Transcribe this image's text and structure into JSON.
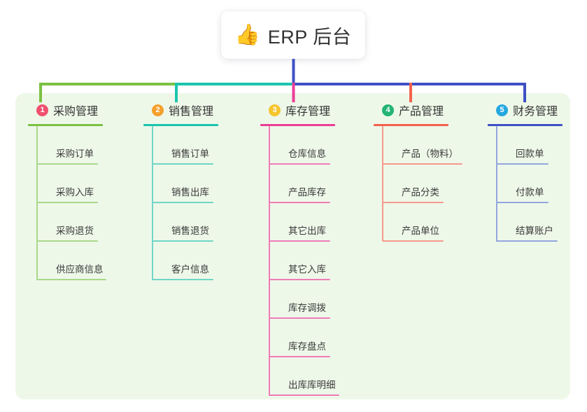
{
  "diagram": {
    "type": "tree-mindmap",
    "root": {
      "icon": "thumbs-up-icon",
      "emoji": "👍",
      "label": "ERP 后台"
    },
    "panel_color": "#eef8e9",
    "columns": [
      {
        "index": "1",
        "label": "采购管理",
        "badge_color": "#f0506e",
        "line_color": "#7ac143",
        "leaf_line_color": "#a8d88a",
        "items": [
          "采购订单",
          "采购入库",
          "采购退货",
          "供应商信息"
        ]
      },
      {
        "index": "2",
        "label": "销售管理",
        "badge_color": "#f5a02d",
        "line_color": "#1bc5ae",
        "leaf_line_color": "#6fd6c6",
        "items": [
          "销售订单",
          "销售出库",
          "销售退货",
          "客户信息"
        ]
      },
      {
        "index": "3",
        "label": "库存管理",
        "badge_color": "#f5c52d",
        "line_color": "#ec3d96",
        "leaf_line_color": "#f07cb8",
        "items": [
          "仓库信息",
          "产品库存",
          "其它出库",
          "其它入库",
          "库存调拨",
          "库存盘点",
          "出库库明细"
        ]
      },
      {
        "index": "4",
        "label": "产品管理",
        "badge_color": "#22b573",
        "line_color": "#f4614e",
        "leaf_line_color": "#f59a8d",
        "items": [
          "产品（物料）",
          "产品分类",
          "产品单位"
        ]
      },
      {
        "index": "5",
        "label": "财务管理",
        "badge_color": "#25a8e0",
        "line_color": "#3f51c5",
        "leaf_line_color": "#93a6dd",
        "items": [
          "回款单",
          "付款单",
          "结算账户"
        ]
      }
    ],
    "bus": {
      "segment_colors": [
        "#7ac143",
        "#1bc5ae",
        "#3f51c5"
      ],
      "stem_color": "#3f51c5"
    }
  }
}
